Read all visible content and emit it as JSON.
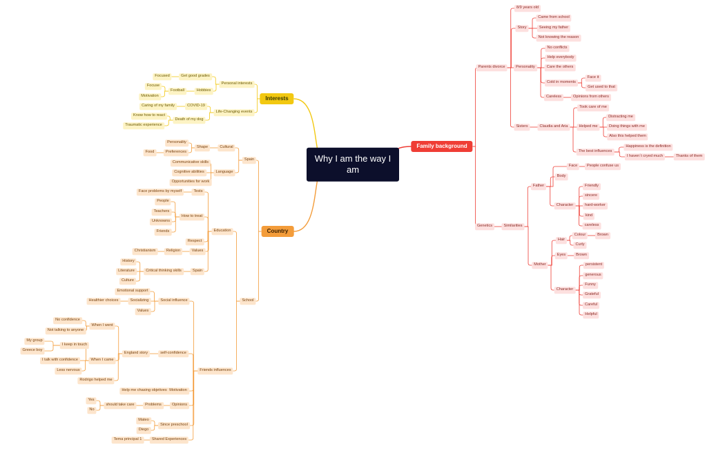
{
  "root": {
    "label": "Why I am the way I am"
  },
  "branches": [
    {
      "id": "fam",
      "color": "#ef3d35",
      "side": "right",
      "label": "Family background",
      "children": [
        {
          "label": "Parents divorce",
          "children": [
            {
              "label": "8/9 years old"
            },
            {
              "label": "Story",
              "children": [
                {
                  "label": "Came from school"
                },
                {
                  "label": "Seeing my father"
                },
                {
                  "label": "Not knowing the reason"
                }
              ]
            },
            {
              "label": "Personality",
              "children": [
                {
                  "label": "No conflicts"
                },
                {
                  "label": "Help everybody"
                },
                {
                  "label": "Care the others"
                },
                {
                  "label": "Cold in moments",
                  "children": [
                    {
                      "label": "Face it"
                    },
                    {
                      "label": "Get used to that"
                    }
                  ]
                },
                {
                  "label": "Careless",
                  "children": [
                    {
                      "label": "Opinions from others"
                    }
                  ]
                }
              ]
            },
            {
              "label": "Sisters",
              "children": [
                {
                  "label": "Claudia and Aria",
                  "children": [
                    {
                      "label": "Took care of me"
                    },
                    {
                      "label": "Helped me",
                      "children": [
                        {
                          "label": "Distracting me"
                        },
                        {
                          "label": "Doing things with me"
                        },
                        {
                          "label": "Also this helped them"
                        }
                      ]
                    },
                    {
                      "label": "The best influences",
                      "children": [
                        {
                          "label": "Happiness is the definition"
                        },
                        {
                          "label": "I haven´t cryed much",
                          "children": [
                            {
                              "label": "Thanks of them"
                            }
                          ]
                        }
                      ]
                    }
                  ]
                }
              ]
            }
          ]
        },
        {
          "label": "Genetics",
          "children": [
            {
              "label": "Similarities",
              "children": [
                {
                  "label": "Father",
                  "children": [
                    {
                      "label": "Face",
                      "children": [
                        {
                          "label": "People confuse us"
                        }
                      ]
                    },
                    {
                      "label": "Body"
                    },
                    {
                      "label": "Character",
                      "children": [
                        {
                          "label": "Friendly"
                        },
                        {
                          "label": "sincere"
                        },
                        {
                          "label": "hard-worker"
                        },
                        {
                          "label": "kind"
                        },
                        {
                          "label": "careless"
                        }
                      ]
                    }
                  ]
                },
                {
                  "label": "Mother",
                  "children": [
                    {
                      "label": "Hair",
                      "children": [
                        {
                          "label": "Colour",
                          "children": [
                            {
                              "label": "Brown"
                            }
                          ]
                        },
                        {
                          "label": "Curly"
                        }
                      ]
                    },
                    {
                      "label": "Eyes",
                      "children": [
                        {
                          "label": "Brown"
                        }
                      ]
                    },
                    {
                      "label": "Character",
                      "children": [
                        {
                          "label": "persistent"
                        },
                        {
                          "label": "generous"
                        },
                        {
                          "label": "Funny"
                        },
                        {
                          "label": "Grateful"
                        },
                        {
                          "label": "Careful"
                        },
                        {
                          "label": "Helpful"
                        }
                      ]
                    }
                  ]
                }
              ]
            }
          ]
        }
      ]
    },
    {
      "id": "int",
      "color": "#f2c811",
      "side": "left",
      "label": "Interests",
      "children": [
        {
          "label": "Personal interests",
          "children": [
            {
              "label": "Get good grades",
              "children": [
                {
                  "label": "Focused"
                }
              ]
            },
            {
              "label": "Hobbies",
              "children": [
                {
                  "label": "Football",
                  "children": [
                    {
                      "label": "Focuse"
                    },
                    {
                      "label": "Motivation"
                    }
                  ]
                }
              ]
            }
          ]
        },
        {
          "label": "Life-Changing events",
          "children": [
            {
              "label": "COVID-19",
              "children": [
                {
                  "label": "Caring of my family"
                }
              ]
            },
            {
              "label": "Death of my dog",
              "children": [
                {
                  "label": "Know how to react"
                },
                {
                  "label": "Traumatic experience"
                }
              ]
            }
          ]
        }
      ]
    },
    {
      "id": "cty",
      "color": "#f39c3a",
      "side": "left",
      "label": "Country",
      "children": [
        {
          "label": "Spain",
          "children": [
            {
              "label": "Cultural",
              "children": [
                {
                  "label": "Shape",
                  "children": [
                    {
                      "label": "Personality"
                    },
                    {
                      "label": "Preferences",
                      "children": [
                        {
                          "label": "Food"
                        }
                      ]
                    }
                  ]
                }
              ]
            },
            {
              "label": "Language",
              "children": [
                {
                  "label": "Communicative skills"
                },
                {
                  "label": "Cognitive abilities"
                },
                {
                  "label": "Opportunities for work"
                }
              ]
            }
          ]
        },
        {
          "label": "School",
          "children": [
            {
              "label": "Education",
              "children": [
                {
                  "label": "Tests",
                  "children": [
                    {
                      "label": "Face problems by myself"
                    }
                  ]
                },
                {
                  "label": "How to treat",
                  "children": [
                    {
                      "label": "People"
                    },
                    {
                      "label": "Teachers"
                    },
                    {
                      "label": "Unknowns"
                    },
                    {
                      "label": "Friends"
                    }
                  ]
                },
                {
                  "label": "Respect"
                },
                {
                  "label": "Values",
                  "children": [
                    {
                      "label": "Religion",
                      "children": [
                        {
                          "label": "Christianism"
                        }
                      ]
                    }
                  ]
                },
                {
                  "label": "Spain",
                  "children": [
                    {
                      "label": "Critical thinking skills",
                      "children": [
                        {
                          "label": "History"
                        },
                        {
                          "label": "Literature"
                        },
                        {
                          "label": "Culture"
                        }
                      ]
                    }
                  ]
                }
              ]
            },
            {
              "label": "Friends influences",
              "children": [
                {
                  "label": "Social influence",
                  "children": [
                    {
                      "label": "Emotional support"
                    },
                    {
                      "label": "Socializing",
                      "children": [
                        {
                          "label": "Healthier choices"
                        }
                      ]
                    },
                    {
                      "label": "Values"
                    }
                  ]
                },
                {
                  "label": "self-confidence",
                  "children": [
                    {
                      "label": "England story",
                      "children": [
                        {
                          "label": "When I went",
                          "children": [
                            {
                              "label": "No confidence"
                            },
                            {
                              "label": "Not talking to anyone"
                            }
                          ]
                        },
                        {
                          "label": "When I came",
                          "children": [
                            {
                              "label": "I keep in touch",
                              "children": [
                                {
                                  "label": "My group"
                                },
                                {
                                  "label": "Greece boy"
                                }
                              ]
                            },
                            {
                              "label": "I talk with confidence"
                            },
                            {
                              "label": "Less nervous"
                            }
                          ]
                        },
                        {
                          "label": "Rodrigo helped me"
                        }
                      ]
                    }
                  ]
                },
                {
                  "label": "Motivation",
                  "children": [
                    {
                      "label": "Help me chasing objetives"
                    }
                  ]
                },
                {
                  "label": "Opinions",
                  "children": [
                    {
                      "label": "Problems",
                      "children": [
                        {
                          "label": "should take care",
                          "children": [
                            {
                              "label": "Yes"
                            },
                            {
                              "label": "No"
                            }
                          ]
                        }
                      ]
                    }
                  ]
                },
                {
                  "label": "Since preschool",
                  "children": [
                    {
                      "label": "Mateo"
                    },
                    {
                      "label": "Diego"
                    }
                  ]
                },
                {
                  "label": "Shared Experiences",
                  "children": [
                    {
                      "label": "Tema principal 1"
                    }
                  ]
                }
              ]
            }
          ]
        }
      ]
    }
  ]
}
